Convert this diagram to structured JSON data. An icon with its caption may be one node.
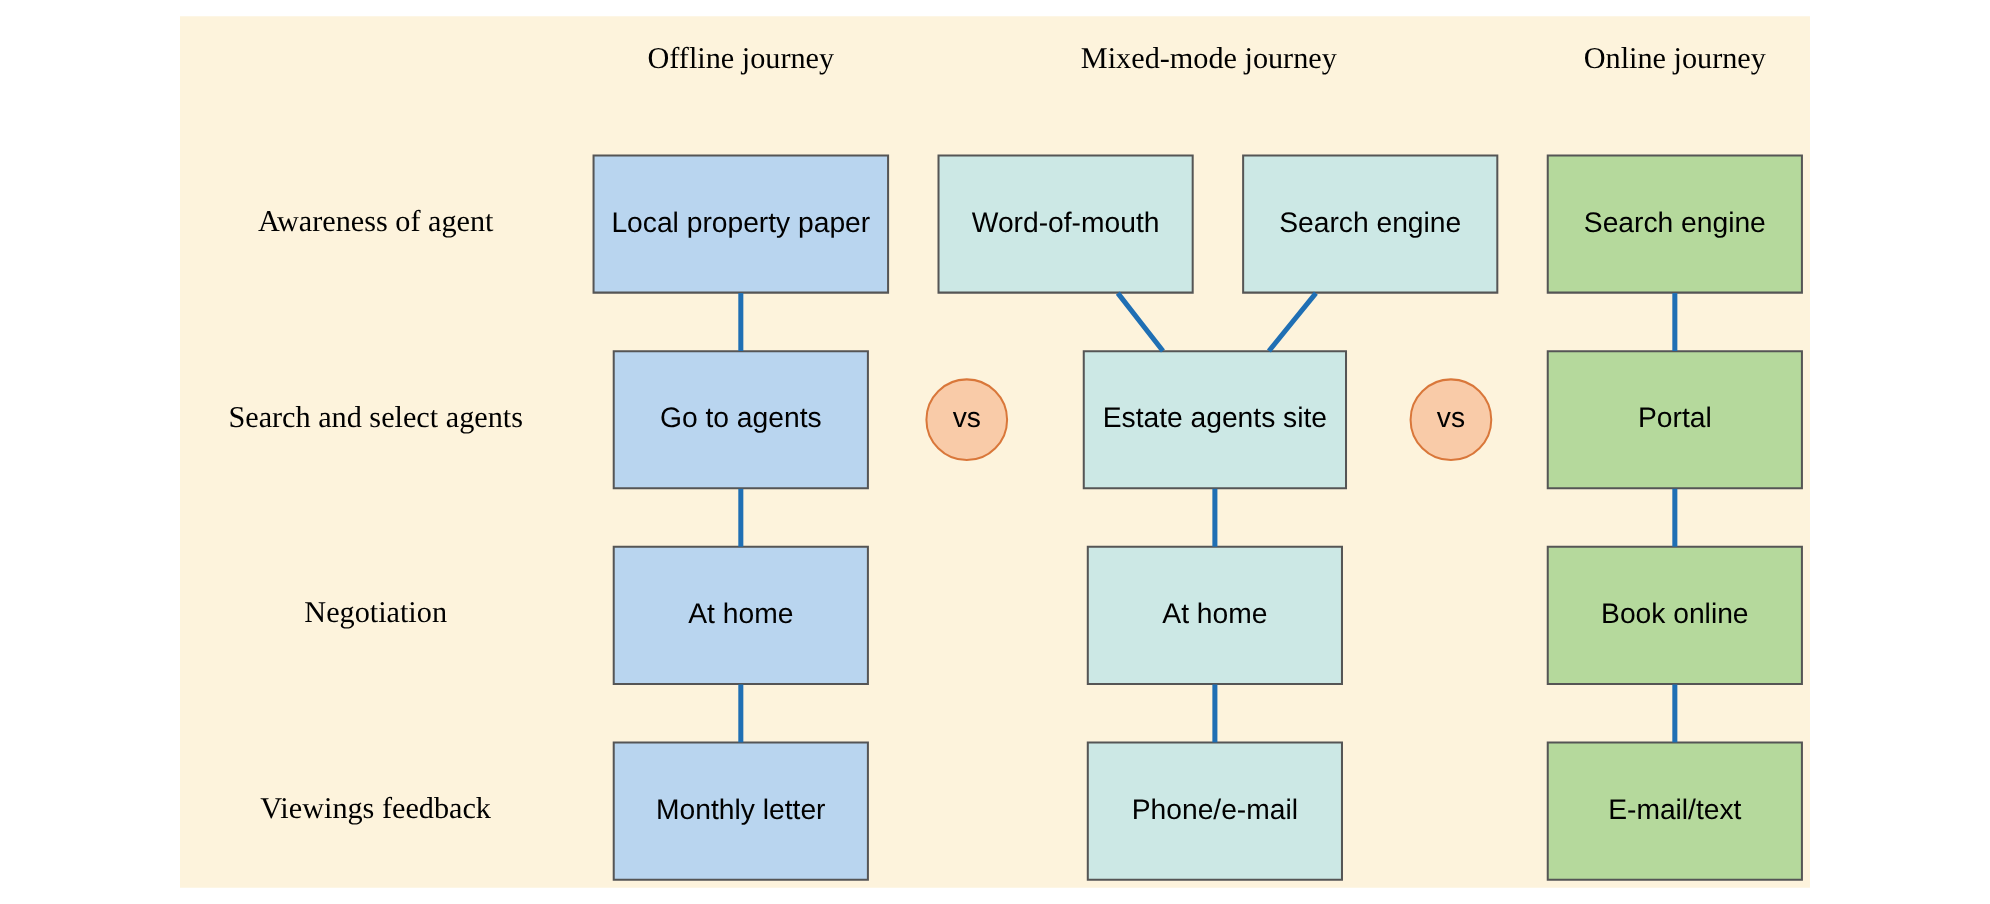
{
  "diagram": {
    "nodes": [
      {
        "text": [
          "Local property paper"
        ]
      },
      {
        "text": [
          "Go to agents"
        ]
      },
      {
        "text": [
          "At home"
        ]
      },
      {
        "text": [
          "Monthly letter"
        ]
      },
      {
        "text": [
          "Word-of-mouth"
        ]
      },
      {
        "text": [
          "Search engine"
        ]
      },
      {
        "text": [
          "Estate agents site"
        ]
      },
      {
        "text": [
          "At home"
        ]
      },
      {
        "text": [
          "Phone/e-mail"
        ]
      },
      {
        "text": [
          "Search engine"
        ]
      },
      {
        "text": [
          "Portal"
        ]
      },
      {
        "text": [
          "Book online"
        ]
      },
      {
        "text": [
          "E-mail/text"
        ]
      },
      {
        "text": [
          "vs"
        ]
      },
      {
        "text": [
          "vs"
        ]
      }
    ],
    "edges": [
      {
        "from": 0,
        "to": 1,
        "arrow": "none"
      },
      {
        "from": 1,
        "to": 2,
        "arrow": "none"
      },
      {
        "from": 2,
        "to": 3,
        "arrow": "none"
      },
      {
        "from": 4,
        "to": 6,
        "arrow": "none"
      },
      {
        "from": 5,
        "to": 6,
        "arrow": "none"
      },
      {
        "from": 6,
        "to": 7,
        "arrow": "none"
      },
      {
        "from": 7,
        "to": 8,
        "arrow": "none"
      },
      {
        "from": 9,
        "to": 10,
        "arrow": "none"
      },
      {
        "from": 10,
        "to": 11,
        "arrow": "none"
      },
      {
        "from": 11,
        "to": 12,
        "arrow": "none"
      }
    ],
    "labels": [
      "Offline journey",
      "Mixed-mode journey",
      "Online journey",
      "Awareness of agent",
      "Search and select agents",
      "Negotiation",
      "Viewings feedback"
    ]
  }
}
